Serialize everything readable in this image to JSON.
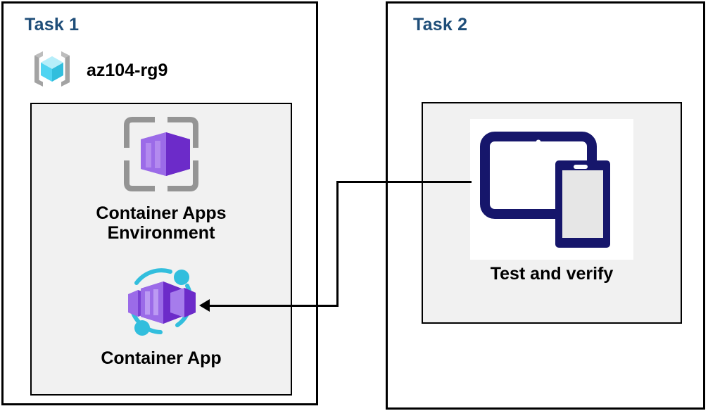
{
  "diagram": {
    "title_color": "#1F4E79",
    "panels": [
      {
        "id": "task1",
        "title": "Task 1",
        "resource_group": {
          "icon": "resource-group-icon",
          "label": "az104-rg9"
        },
        "resources": [
          {
            "icon": "container-apps-environment-icon",
            "label": "Container Apps\nEnvironment"
          },
          {
            "icon": "container-app-icon",
            "label": "Container App"
          }
        ]
      },
      {
        "id": "task2",
        "title": "Task 2",
        "resources": [
          {
            "icon": "devices-test-icon",
            "label": "Test and verify"
          }
        ]
      }
    ],
    "connector": {
      "from": "Test and verify",
      "to": "Container App",
      "arrow_direction": "left",
      "color": "#000000"
    },
    "colors": {
      "panel_border": "#000000",
      "inner_box_fill": "#F1F1F1",
      "azure_purple": "#7A41D4",
      "azure_cyan": "#32BEDD",
      "navy": "#16166B",
      "gray_bracket": "#949494"
    }
  }
}
